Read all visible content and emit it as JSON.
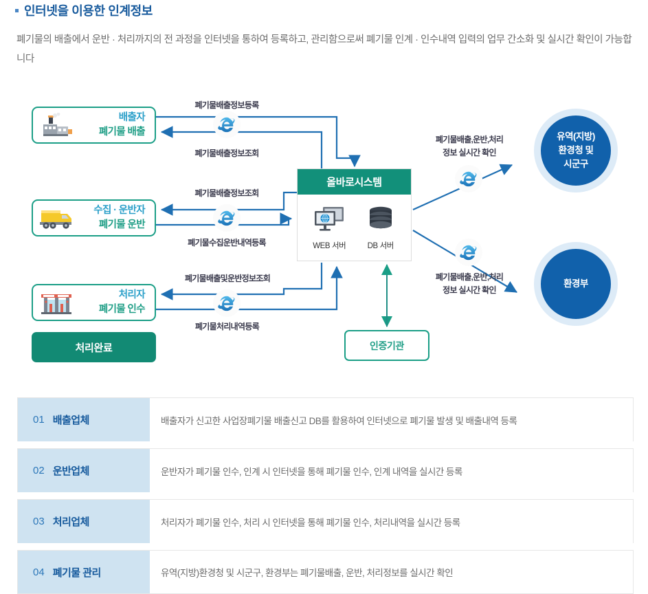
{
  "header": {
    "title": "인터넷을 이용한 인계정보",
    "description": "폐기물의 배출에서 운반 · 처리까지의 전 과정을 인터넷을 통하여 등록하고, 관리함으로써 폐기물 인계 · 인수내역 입력의 업무 간소화 및 실시간 확인이 가능합니다"
  },
  "diagram": {
    "entities": [
      {
        "id": "discharger",
        "icon": "factory-icon",
        "line1": "배출자",
        "line2": "폐기물 배출"
      },
      {
        "id": "transporter",
        "icon": "truck-icon",
        "line1": "수집 · 운반자",
        "line2": "폐기물 운반"
      },
      {
        "id": "processor",
        "icon": "treatment-plant-icon",
        "line1": "처리자",
        "line2": "폐기물 인수"
      }
    ],
    "done_button": "처리완료",
    "system": {
      "title": "올바로시스템",
      "servers": [
        {
          "icon": "web-server-icon",
          "name": "WEB 서버"
        },
        {
          "icon": "db-server-icon",
          "name": "DB 서버"
        }
      ]
    },
    "cert_box": "인증기관",
    "gov_circles": [
      {
        "id": "regional",
        "text": "유역(지방)\n환경청 및\n시군구"
      },
      {
        "id": "ministry",
        "text": "환경부"
      }
    ],
    "flows": [
      {
        "id": "discharge-register",
        "text": "폐기물배출정보등록"
      },
      {
        "id": "discharge-lookup",
        "text": "폐기물배출정보조회"
      },
      {
        "id": "discharge-info-lookup-2",
        "text": "폐기물배출정보조회"
      },
      {
        "id": "collect-transport-register",
        "text": "폐기물수집운반내역등록"
      },
      {
        "id": "discharge-transport-lookup",
        "text": "폐기물배출및운반정보조회"
      },
      {
        "id": "treatment-register",
        "text": "폐기물처리내역등록"
      },
      {
        "id": "realtime-check-upper",
        "text": "폐기물배출,운반,처리\n정보 실시간 확인"
      },
      {
        "id": "realtime-check-lower",
        "text": "폐기물배출,운반,처리\n정보 실시간 확인"
      }
    ]
  },
  "info_list": {
    "rows": [
      {
        "num": "01",
        "name": "배출업체",
        "desc": "배출자가 신고한 사업장폐기물 배출신고 DB를 활용하여 인터넷으로 폐기물 발생 및 배출내역 등록"
      },
      {
        "num": "02",
        "name": "운반업체",
        "desc": "운반자가 폐기물 인수, 인계 시 인터넷을 통해 폐기물 인수, 인계 내역을 실시간 등록"
      },
      {
        "num": "03",
        "name": "처리업체",
        "desc": "처리자가 폐기물 인수, 처리 시 인터넷을 통해 폐기물 인수, 처리내역을 실시간 등록"
      },
      {
        "num": "04",
        "name": "폐기물 관리",
        "desc": "유역(지방)환경청 및 시군구, 환경부는 폐기물배출, 운반, 처리정보를 실시간 확인"
      }
    ]
  },
  "colors": {
    "title_blue": "#1a5c9e",
    "teal": "#1a9e86",
    "teal_dark": "#12907a",
    "gov_blue": "#1161ab",
    "gov_ring": "#ddebf7",
    "row_key_bg": "#cfe3f1",
    "wire_blue": "#1f6fb2"
  }
}
